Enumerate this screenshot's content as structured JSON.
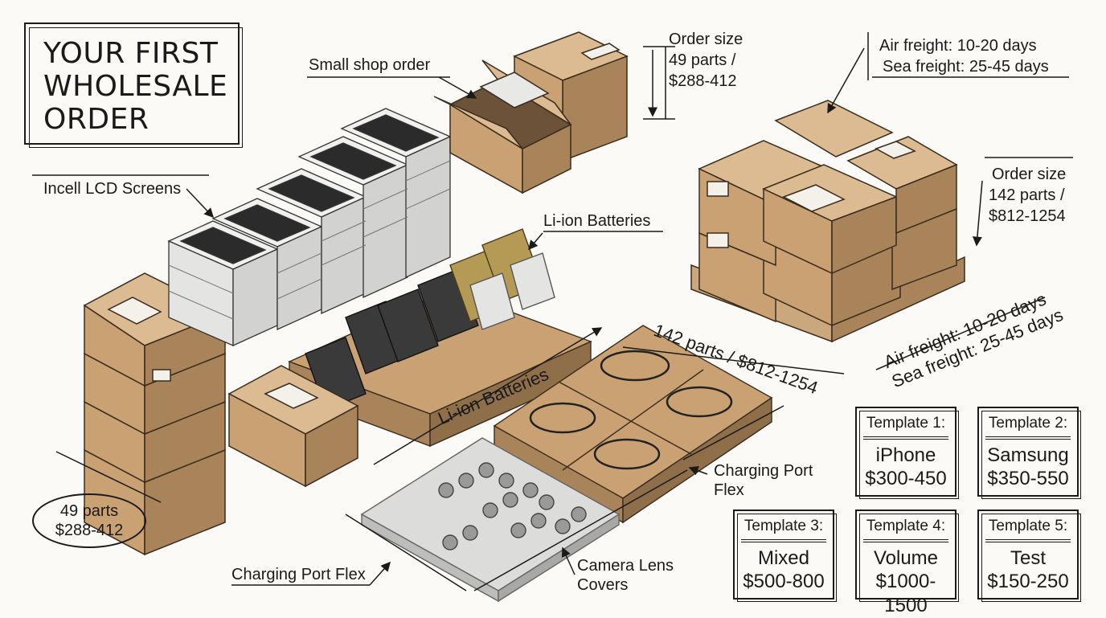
{
  "title": [
    "YOUR FIRST",
    "WHOLESALE",
    "ORDER"
  ],
  "labels": {
    "lcd": "Incell LCD Screens",
    "small_shop": "Small shop order",
    "batteries_top": "Li-ion Batteries",
    "batteries_diag": "Li-ion Batteries",
    "charging_right": [
      "Charging Port",
      "Flex"
    ],
    "charging_bottom": "Charging Port Flex",
    "camera": [
      "Camera Lens",
      "Covers"
    ],
    "order_size_small": [
      "Order size",
      "49 parts /",
      "$288-412"
    ],
    "order_size_large": [
      "Order size",
      "142 parts /",
      "$812-1254"
    ],
    "freight_top": [
      "Air freight: 10-20 days",
      "Sea freight: 25-45 days"
    ],
    "pallet_parts": "142 parts / $812-1254",
    "freight_diag": [
      "Air freight: 10-20 days",
      "Sea freight: 25-45 days"
    ],
    "oval": [
      "49 parts",
      "$288-412"
    ]
  },
  "templates": [
    {
      "header": "Template 1:",
      "name": "iPhone",
      "price": "$300-450"
    },
    {
      "header": "Template 2:",
      "name": "Samsung",
      "price": "$350-550"
    },
    {
      "header": "Template 3:",
      "name": "Mixed",
      "price": "$500-800"
    },
    {
      "header": "Template 4:",
      "name": "Volume",
      "price": "$1000-1500"
    },
    {
      "header": "Template 5:",
      "name": "Test",
      "price": "$150-250"
    }
  ],
  "colors": {
    "cardboard": "#c9a173",
    "cardboard_dark": "#a9835a",
    "cardboard_light": "#dcbb93",
    "screen": "#2b2b2b",
    "battery": "#3a3a3a",
    "battery_gold": "#b49a55",
    "ink": "#1a1a1a"
  }
}
